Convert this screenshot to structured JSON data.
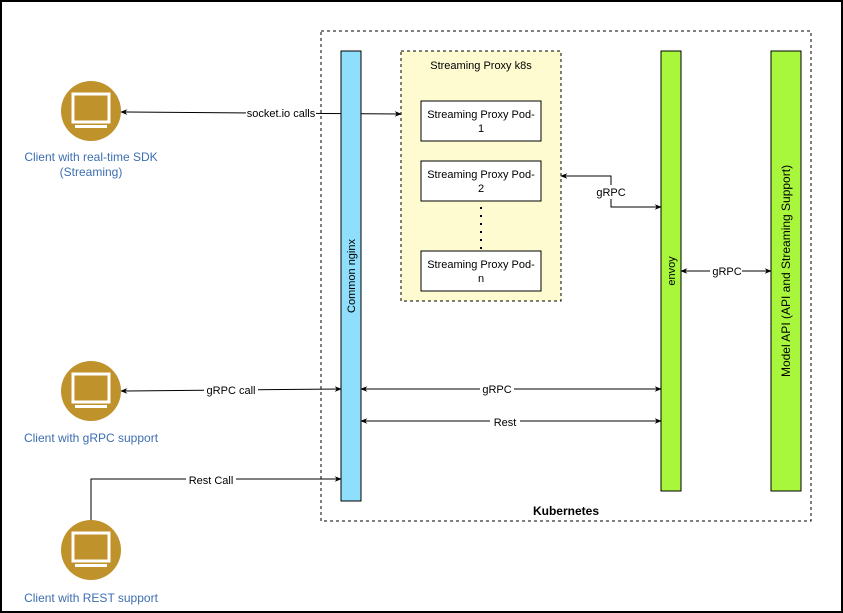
{
  "clients": [
    {
      "id": "realtime",
      "label_lines": [
        "Client with real-time SDK",
        "(Streaming)"
      ],
      "icon": "monitor-icon"
    },
    {
      "id": "grpc",
      "label_lines": [
        "Client with gRPC support"
      ],
      "icon": "monitor-icon"
    },
    {
      "id": "rest",
      "label_lines": [
        "Client with REST support"
      ],
      "icon": "monitor-icon"
    }
  ],
  "kubernetes": {
    "label": "Kubernetes"
  },
  "nginx": {
    "label": "Common nginx"
  },
  "streaming_proxy": {
    "title": "Streaming Proxy k8s",
    "pods": [
      {
        "lines": [
          "Streaming Proxy Pod-",
          "1"
        ]
      },
      {
        "lines": [
          "Streaming Proxy Pod-",
          "2"
        ]
      },
      {
        "lines": [
          "Streaming Proxy Pod-",
          "n"
        ]
      }
    ]
  },
  "envoy": {
    "label": "envoy"
  },
  "model_api": {
    "label": "Model API (API and Streaming Support)"
  },
  "connections": {
    "socketio": "socket.io calls",
    "grpc_call": "gRPC call",
    "rest_call": "Rest Call",
    "proxy_envoy": "gRPC",
    "envoy_model": "gRPC",
    "nginx_envoy_grpc": "gRPC",
    "nginx_envoy_rest": "Rest"
  },
  "colors": {
    "client_icon": "#c0922b",
    "client_text": "#3d6eb0",
    "nginx_fill": "#8fdefc",
    "green_fill": "#a8f73c",
    "proxy_fill": "#fefbd0"
  }
}
